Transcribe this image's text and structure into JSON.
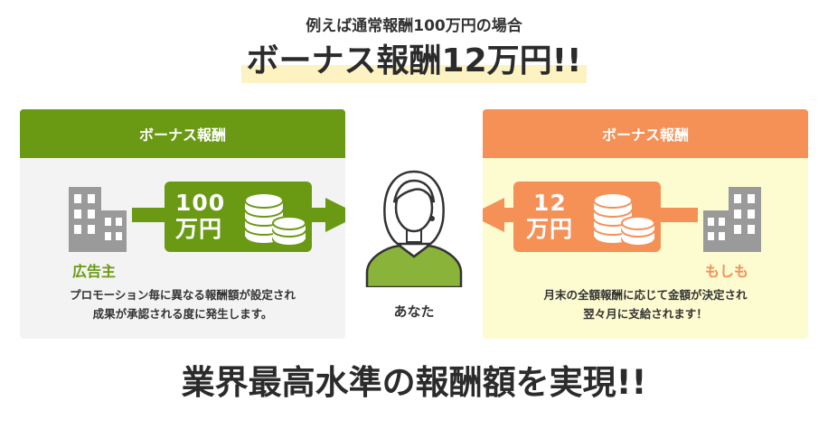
{
  "subheading": "例えば通常報酬100万円の場合",
  "headline": "ボーナス報酬12万円!!",
  "left_panel": {
    "title": "ボーナス報酬",
    "amount_line1": "100",
    "amount_line2": "万円",
    "party_label": "広告主",
    "description_line1": "プロモーション毎に異なる報酬額が設定され",
    "description_line2": "成果が承認される度に発生します。",
    "color": "#6a9a14"
  },
  "center": {
    "label": "あなた"
  },
  "right_panel": {
    "title": "ボーナス報酬",
    "amount_line1": "12",
    "amount_line2": "万円",
    "party_label": "もしも",
    "description_line1": "月末の全額報酬に応じて金額が決定され",
    "description_line2": "翌々月に支給されます！",
    "color": "#f59056"
  },
  "footer": "業界最高水準の報酬額を実現!!",
  "icons": [
    "building-icon",
    "coins-icon",
    "arrow-right-icon",
    "person-icon",
    "arrow-left-icon"
  ]
}
